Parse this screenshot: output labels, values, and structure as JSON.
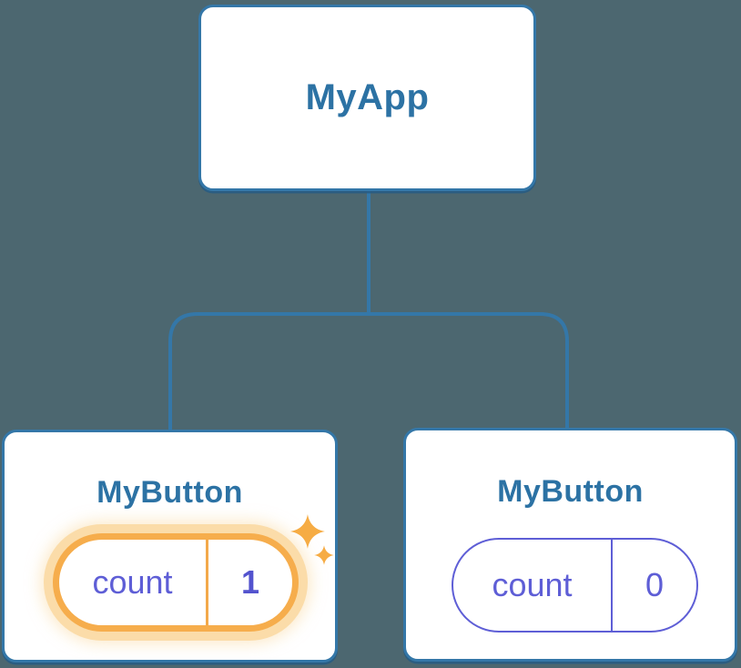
{
  "diagram": {
    "type": "component-tree",
    "background_color": "#4C6770",
    "connector_color": "#3477A8",
    "tree": {
      "root": {
        "label": "MyApp"
      },
      "children": [
        {
          "label": "MyButton",
          "state_key": "count",
          "state_value": "1",
          "highlighted": true,
          "highlight_color": "#F6AD4C",
          "highlight_halo_color": "#FBDCA9",
          "icon": "sparkles-icon"
        },
        {
          "label": "MyButton",
          "state_key": "count",
          "state_value": "0",
          "highlighted": false
        }
      ]
    },
    "colors": {
      "card_background": "#FFFFFF",
      "card_border": "#3477A8",
      "title_text": "#2C72A4",
      "state_text": "#5E5ED6",
      "sparkle": "#F6AC44"
    }
  }
}
